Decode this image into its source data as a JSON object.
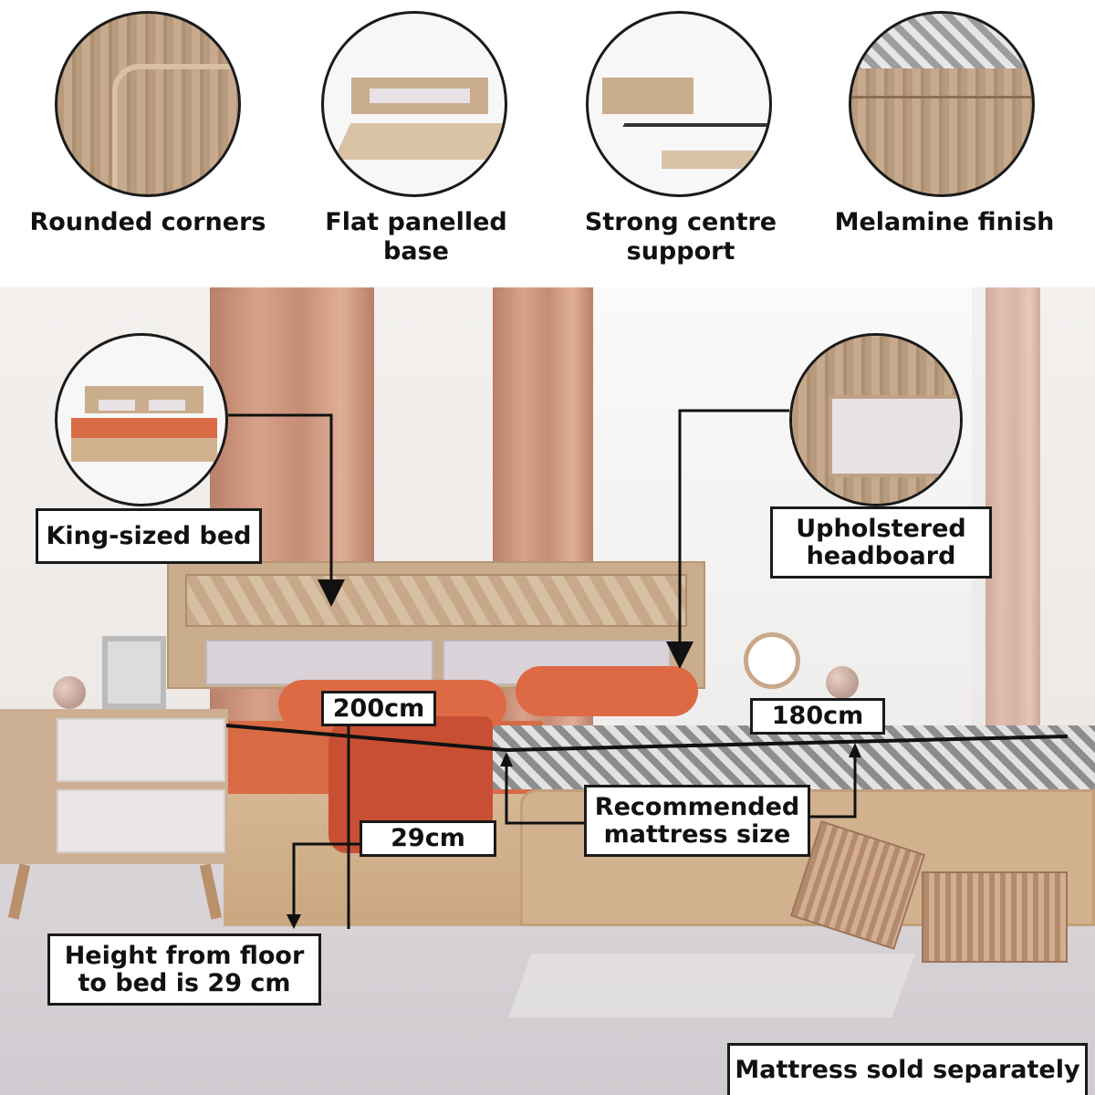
{
  "features": [
    {
      "label": "Rounded corners"
    },
    {
      "label": "Flat panelled base"
    },
    {
      "label": "Strong centre support"
    },
    {
      "label": "Melamine finish"
    }
  ],
  "callouts": {
    "king": "King-sized bed",
    "headboard": "Upholstered headboard",
    "length": "200cm",
    "width": "180cm",
    "height": "29cm",
    "mattress_size": "Recommended mattress size",
    "floor_height": "Height from floor to bed is 29 cm",
    "disclaimer": "Mattress sold separately"
  },
  "colors": {
    "wood": "#c9ad8c",
    "fabric": "#d9d2d8",
    "orange_linen": "#d86a45",
    "outline": "#1a1a1a"
  },
  "icons": [
    "clock-icon"
  ]
}
